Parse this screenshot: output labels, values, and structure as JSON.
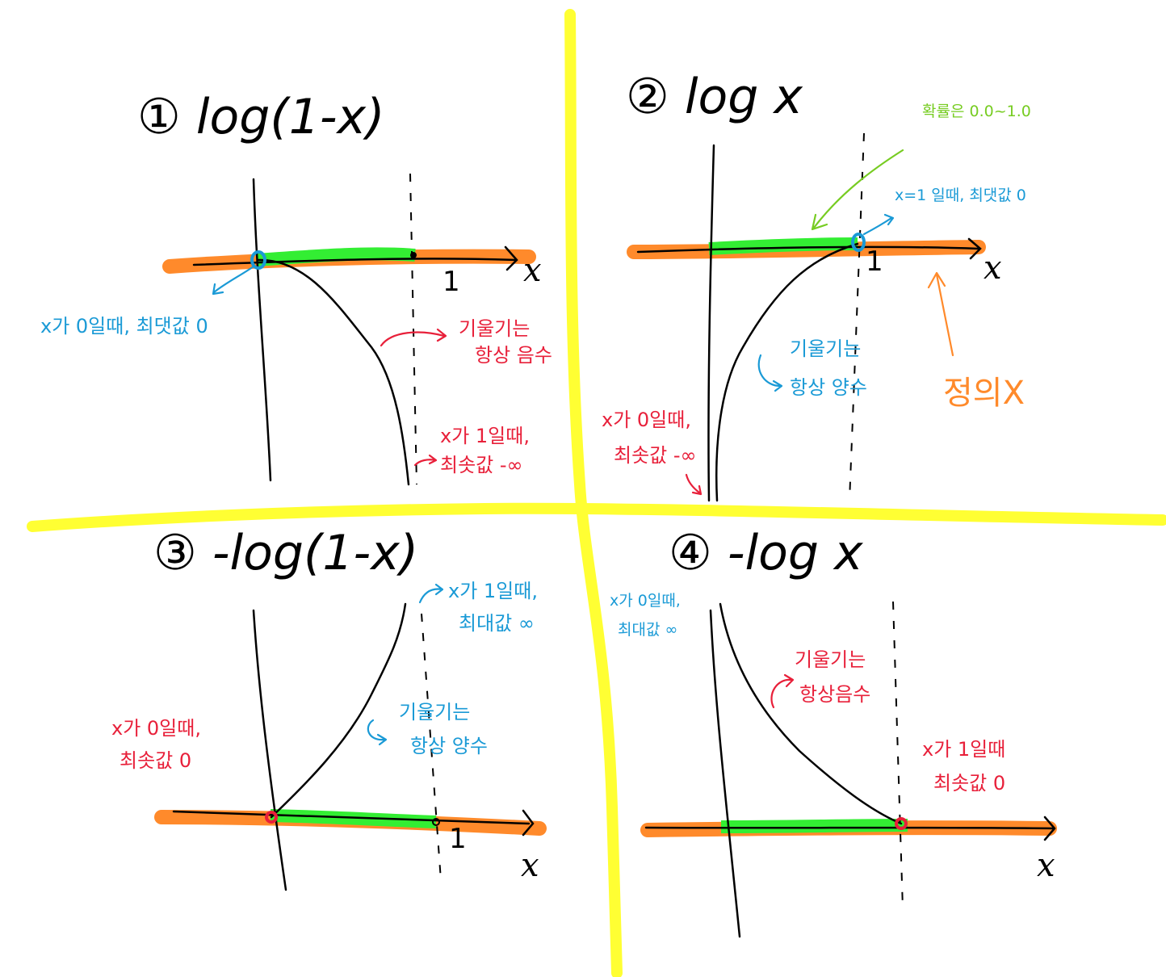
{
  "colors": {
    "divider": "#ffff33",
    "orange": "#ff8a2b",
    "green": "#33ee33",
    "blue": "#1a9ad6",
    "red": "#e8203a",
    "lime": "#77cc22",
    "black": "#000000"
  },
  "panels": [
    {
      "id": "1",
      "title": "① log(1-x)",
      "x_axis_label": "x",
      "tick_label": "1",
      "notes": {
        "max_at_zero": "x가 0일때, 최댓값 0",
        "slope_line1": "기울기는",
        "slope_line2": "항상 음수",
        "min_line1": "x가 1일때,",
        "min_line2": "최솟값 -∞"
      }
    },
    {
      "id": "2",
      "title": "② log x",
      "x_axis_label": "x",
      "tick_label": "1",
      "notes": {
        "probability": "확률은 0.0~1.0",
        "max_at_one": "x=1 일때, 최댓값 0",
        "slope_line1": "기울기는",
        "slope_line2": "항상 양수",
        "min_line1": "x가 0일때,",
        "min_line2": "최솟값 -∞",
        "undefined": "정의X"
      }
    },
    {
      "id": "3",
      "title": "③ -log(1-x)",
      "x_axis_label": "x",
      "tick_label": "1",
      "notes": {
        "max_line1": "x가 1일때,",
        "max_line2": "최대값 ∞",
        "min_line1": "x가 0일때,",
        "min_line2": "최솟값 0",
        "slope_line1": "기울기는",
        "slope_line2": "항상 양수"
      }
    },
    {
      "id": "4",
      "title": "④ -log x",
      "x_axis_label": "x",
      "notes": {
        "max_line1": "x가 0일때,",
        "max_line2": "최대값 ∞",
        "slope_line1": "기울기는",
        "slope_line2": "항상음수",
        "min_line1": "x가 1일때",
        "min_line2": "최솟값 0"
      }
    }
  ]
}
